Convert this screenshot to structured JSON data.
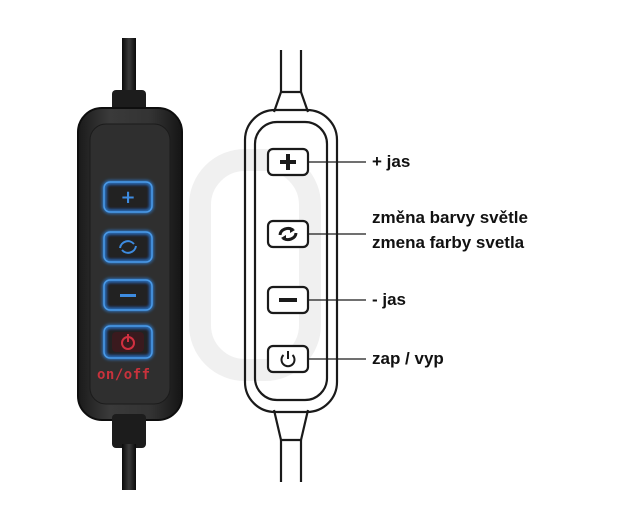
{
  "photo": {
    "power_caption": "on/off",
    "power_caption_color": "#c8323c",
    "button_glow_color": "#2e7fd6",
    "power_glow_color": "#d23040",
    "body_color": "#2a2a2a"
  },
  "labels": {
    "plus": "+ jas",
    "color_line1": "změna barvy světle",
    "color_line2": "zmena farby svetla",
    "minus": "- jas",
    "power": "zap / vyp"
  },
  "icons": {
    "plus": "plus-icon",
    "color": "cycle-arrows-icon",
    "minus": "minus-icon",
    "power": "power-icon"
  }
}
